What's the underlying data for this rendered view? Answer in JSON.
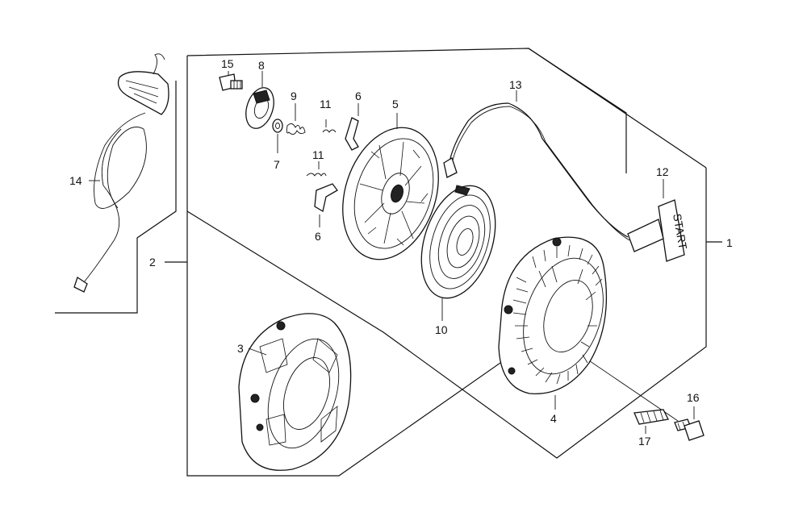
{
  "callouts": [
    {
      "key": "c1",
      "text": "1"
    },
    {
      "key": "c2",
      "text": "2"
    },
    {
      "key": "c3",
      "text": "3"
    },
    {
      "key": "c4",
      "text": "4"
    },
    {
      "key": "c5",
      "text": "5"
    },
    {
      "key": "c6a",
      "text": "6"
    },
    {
      "key": "c6b",
      "text": "6"
    },
    {
      "key": "c7",
      "text": "7"
    },
    {
      "key": "c8",
      "text": "8"
    },
    {
      "key": "c9",
      "text": "9"
    },
    {
      "key": "c10",
      "text": "10"
    },
    {
      "key": "c11a",
      "text": "11"
    },
    {
      "key": "c11b",
      "text": "11"
    },
    {
      "key": "c12",
      "text": "12"
    },
    {
      "key": "c13",
      "text": "13"
    },
    {
      "key": "c14",
      "text": "14"
    },
    {
      "key": "c15",
      "text": "15"
    },
    {
      "key": "c16",
      "text": "16"
    },
    {
      "key": "c17",
      "text": "17"
    }
  ],
  "handle_text": "START"
}
